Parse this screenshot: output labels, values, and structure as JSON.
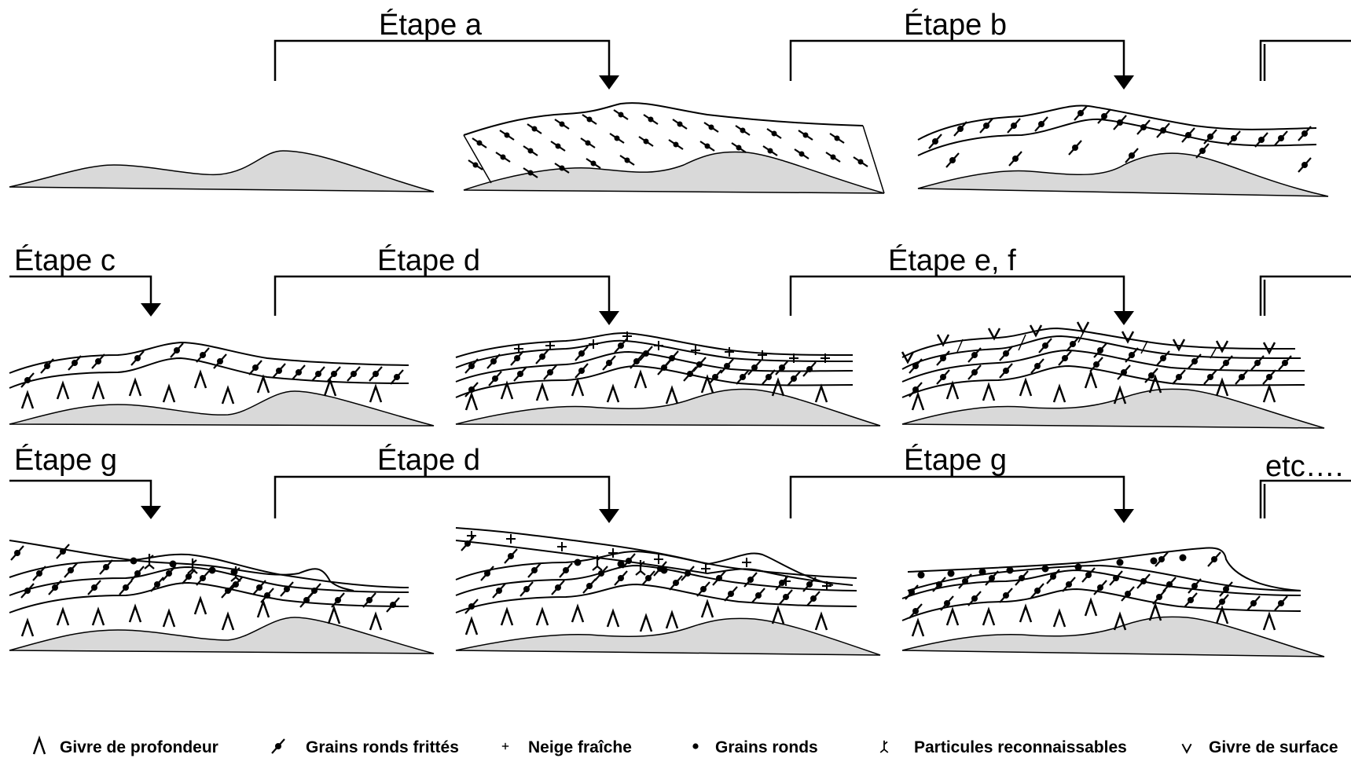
{
  "steps": {
    "a": "Étape a",
    "b": "Étape b",
    "c": "Étape c",
    "d": "Étape d",
    "ef": "Étape e, f",
    "g": "Étape g",
    "d2": "Étape d",
    "g2": "Étape g",
    "etc": "etc…."
  },
  "legend": {
    "depth_hoar": "Givre de profondeur",
    "sintered_rounds": "Grains ronds frittés",
    "fresh_snow": "Neige fraîche",
    "rounded_grains": "Grains ronds",
    "recognizable_particles": "Particules reconnaissables",
    "surface_hoar": "Givre de surface"
  },
  "colors": {
    "ground": "#d9d9d9",
    "ink": "#000000"
  }
}
